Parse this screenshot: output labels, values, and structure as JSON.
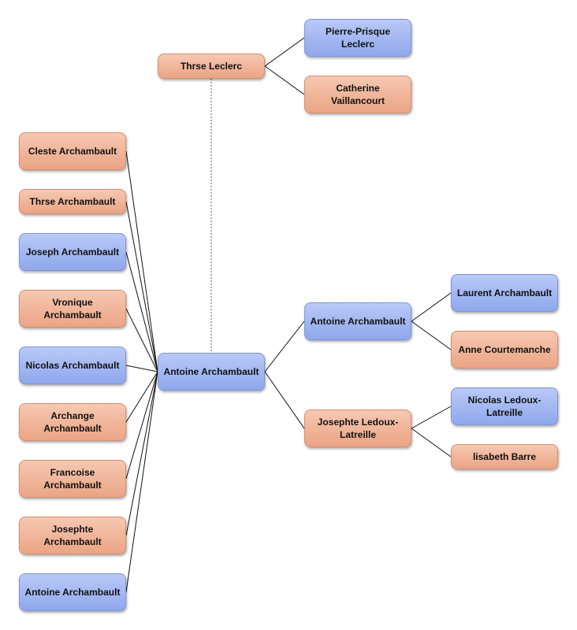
{
  "colors": {
    "male": "#9fb4f0",
    "female": "#f0b296",
    "line": "#111111",
    "dashed_line": "#777777"
  },
  "people": {
    "spouse": {
      "name": "Thrse Leclerc",
      "sex": "female"
    },
    "spouse_father": {
      "name": "Pierre-Prisque Leclerc",
      "sex": "male"
    },
    "spouse_mother": {
      "name": "Catherine Vaillancourt",
      "sex": "female"
    },
    "root": {
      "name": "Antoine Archambault",
      "sex": "male"
    },
    "father": {
      "name": "Antoine Archambault",
      "sex": "male"
    },
    "mother": {
      "name": "Josephte Ledoux-Latreille",
      "sex": "female"
    },
    "paternal_grandfather": {
      "name": "Laurent Archambault",
      "sex": "male"
    },
    "paternal_grandmother": {
      "name": "Anne Courtemanche",
      "sex": "female"
    },
    "maternal_grandfather": {
      "name": "Nicolas Ledoux-Latreille",
      "sex": "male"
    },
    "maternal_grandmother": {
      "name": "lisabeth Barre",
      "sex": "female"
    },
    "children": [
      {
        "name": "Cleste Archambault",
        "sex": "female"
      },
      {
        "name": "Thrse Archambault",
        "sex": "female"
      },
      {
        "name": "Joseph Archambault",
        "sex": "male"
      },
      {
        "name": "Vronique Archambault",
        "sex": "female"
      },
      {
        "name": "Nicolas Archambault",
        "sex": "male"
      },
      {
        "name": "Archange Archambault",
        "sex": "female"
      },
      {
        "name": "Francoise Archambault",
        "sex": "female"
      },
      {
        "name": "Josephte Archambault",
        "sex": "female"
      },
      {
        "name": "Antoine Archambault",
        "sex": "male"
      }
    ]
  }
}
